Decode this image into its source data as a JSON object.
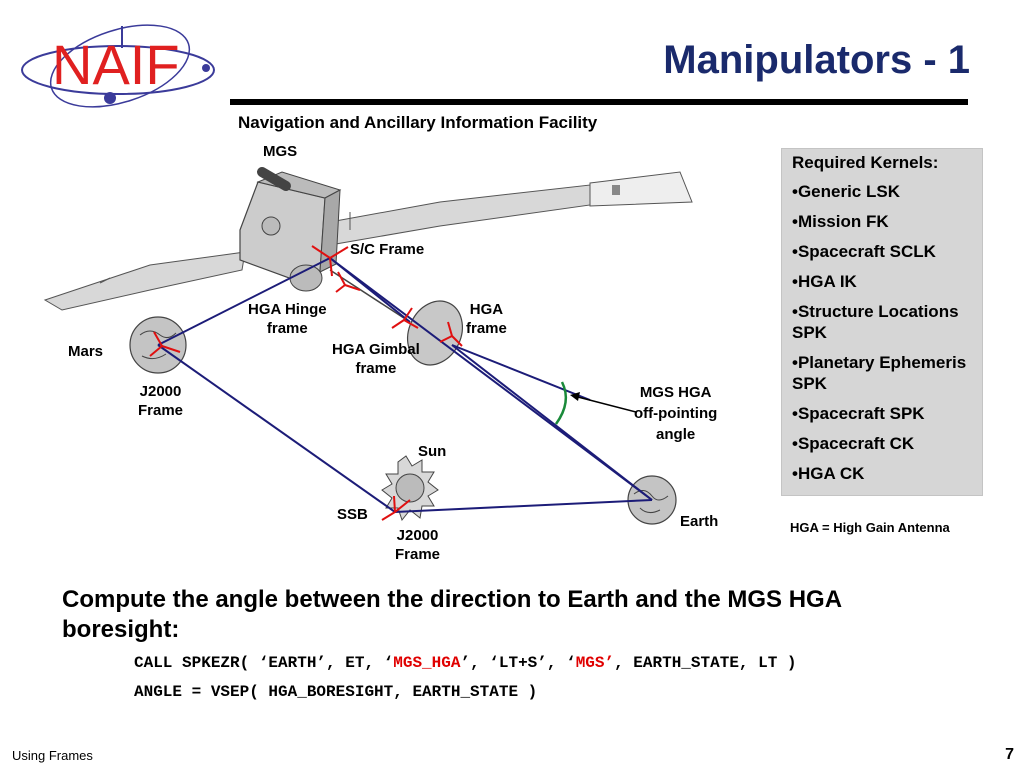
{
  "logo_text": "NAIF",
  "title": "Manipulators - 1",
  "subtitle": "Navigation and Ancillary Information Facility",
  "diagram": {
    "labels": {
      "mgs": "MGS",
      "sc_frame": "S/C Frame",
      "hga_hinge": "HGA Hinge\nframe",
      "hga_frame": "HGA\nframe",
      "mars": "Mars",
      "hga_gimbal": "HGA Gimbal\nframe",
      "j2000_mars": "J2000\nFrame",
      "off_pointing": "MGS HGA\noff-pointing\nangle",
      "sun": "Sun",
      "ssb": "SSB",
      "j2000_ssb": "J2000\nFrame",
      "earth": "Earth"
    }
  },
  "kernels": {
    "title": "Required Kernels:",
    "items": [
      "Generic LSK",
      "Mission FK",
      "Spacecraft SCLK",
      "HGA IK",
      "Structure Locations SPK",
      "Planetary Ephemeris SPK",
      "Spacecraft SPK",
      "Spacecraft CK",
      "HGA CK"
    ]
  },
  "footnote": "HGA = High Gain Antenna",
  "question": "Compute the angle between the direction to Earth and the MGS HGA boresight:",
  "code": {
    "line1": {
      "p1": "CALL SPKEZR( ‘EARTH’, ET, ‘",
      "p2": "MGS_HGA",
      "p3": "’, ‘LT+S’, ‘",
      "p4": "MGS’",
      "p5": ", EARTH_STATE, LT )"
    },
    "line2": "ANGLE = VSEP( HGA_BORESIGHT, EARTH_STATE )"
  },
  "footer": {
    "left": "Using Frames",
    "page": "7"
  },
  "colors": {
    "title": "#1a2a6c",
    "logo": "#e02020",
    "orbit": "#3b3b9a",
    "vector": "#1c1c78",
    "axis": "#e01010",
    "angle_arc": "#1a8a3a",
    "code_highlight": "#e00000",
    "panel": "#d6d6d6"
  }
}
